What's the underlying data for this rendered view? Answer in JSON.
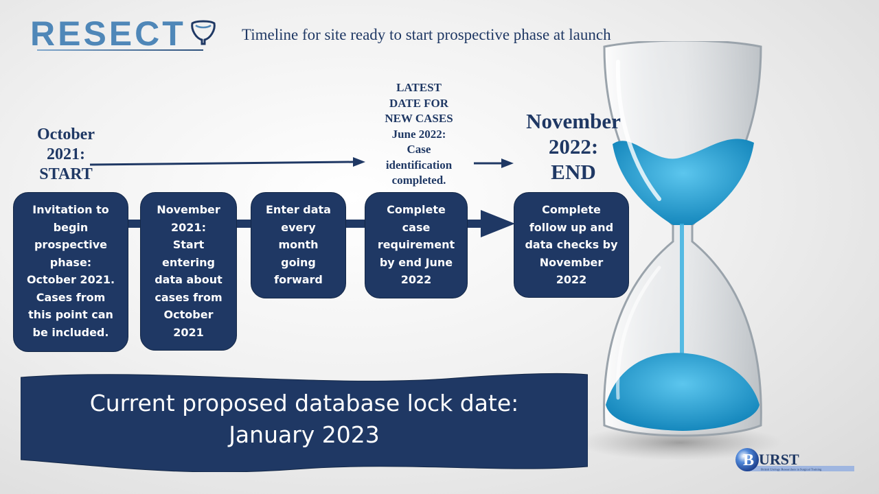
{
  "header": {
    "logo_text": "RESECT",
    "title": "Timeline for site ready to start prospective phase at launch"
  },
  "milestones": {
    "start": "October\n2021:\nSTART",
    "latest": "LATEST\nDATE FOR\nNEW CASES\nJune 2022:\nCase\nidentification\ncompleted.",
    "end": "November\n2022:\nEND"
  },
  "steps": [
    "Invitation to\nbegin\nprospective\nphase:\nOctober 2021.\nCases from\nthis point can\nbe included.",
    "November\n2021:\nStart\nentering\ndata about\ncases from\nOctober\n2021",
    "Enter data\nevery\nmonth\ngoing\nforward",
    "Complete\ncase\nrequirement\nby end June\n2022",
    "Complete\nfollow up and\ndata checks by\nNovember\n2022"
  ],
  "banner": {
    "line1": "Current proposed database lock date:",
    "line2": "January 2023"
  },
  "burst_logo": {
    "name": "BURST",
    "tagline": "British Urology Researchers in Surgical Training"
  },
  "colors": {
    "navy": "#1f3864",
    "logo_blue": "#4f87b8",
    "sand_blue": "#2aa6d6"
  }
}
